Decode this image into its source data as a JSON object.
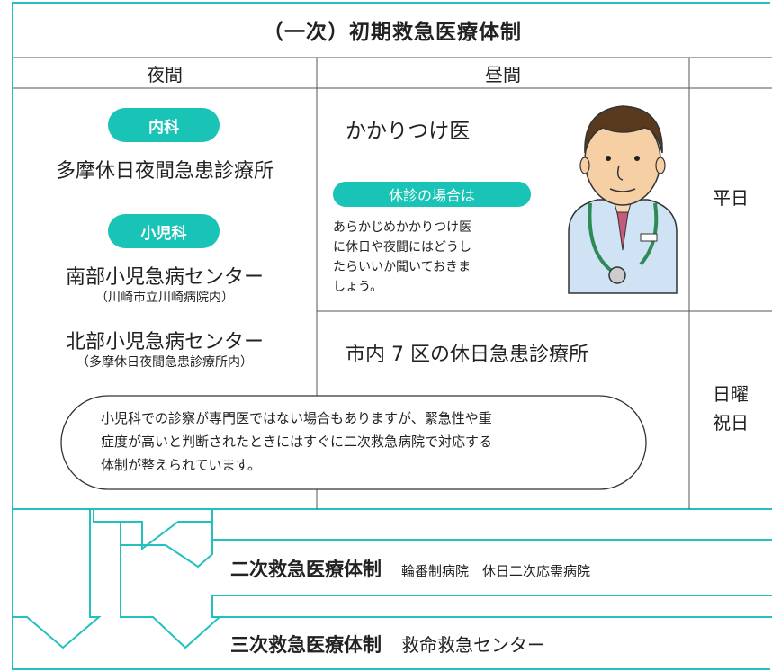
{
  "header": {
    "title": "（一次）初期救急医療体制"
  },
  "columns": {
    "night": "夜間",
    "day": "昼間"
  },
  "night": {
    "internal_badge": "内科",
    "internal_clinic": "多摩休日夜間急患診療所",
    "pediatric_badge": "小児科",
    "south_center": "南部小児急病センター",
    "south_center_note": "（川崎市立川崎病院内）",
    "north_center": "北部小児急病センター",
    "north_center_note": "（多摩休日夜間急患診療所内）"
  },
  "day": {
    "family_doctor": "かかりつけ医",
    "closed_badge": "休診の場合は",
    "advice_lines": [
      "あらかじめかかりつけ医",
      "に休日や夜間にはどうし",
      "たらいいか聞いておきま",
      "しょう。"
    ],
    "clinics": "市内 7 区の休日急患診療所"
  },
  "days": {
    "weekday": "平日",
    "holiday_line1": "日曜",
    "holiday_line2": "祝日"
  },
  "callout_lines": [
    "小児科での診察が専門医ではない場合もありますが、緊急性や重",
    "症度が高いと判断されたときにはすぐに二次救急病院で対応する",
    "体制が整えられています。"
  ],
  "secondary": {
    "title": "二次救急医療体制",
    "detail": "輪番制病院　休日二次応需病院"
  },
  "tertiary": {
    "title": "三次救急医療体制",
    "detail": "救命救急センター"
  },
  "colors": {
    "frame": "#23c0c0",
    "badge": "#19c4b6",
    "text": "#222222"
  },
  "illustration": "doctor-with-stethoscope"
}
